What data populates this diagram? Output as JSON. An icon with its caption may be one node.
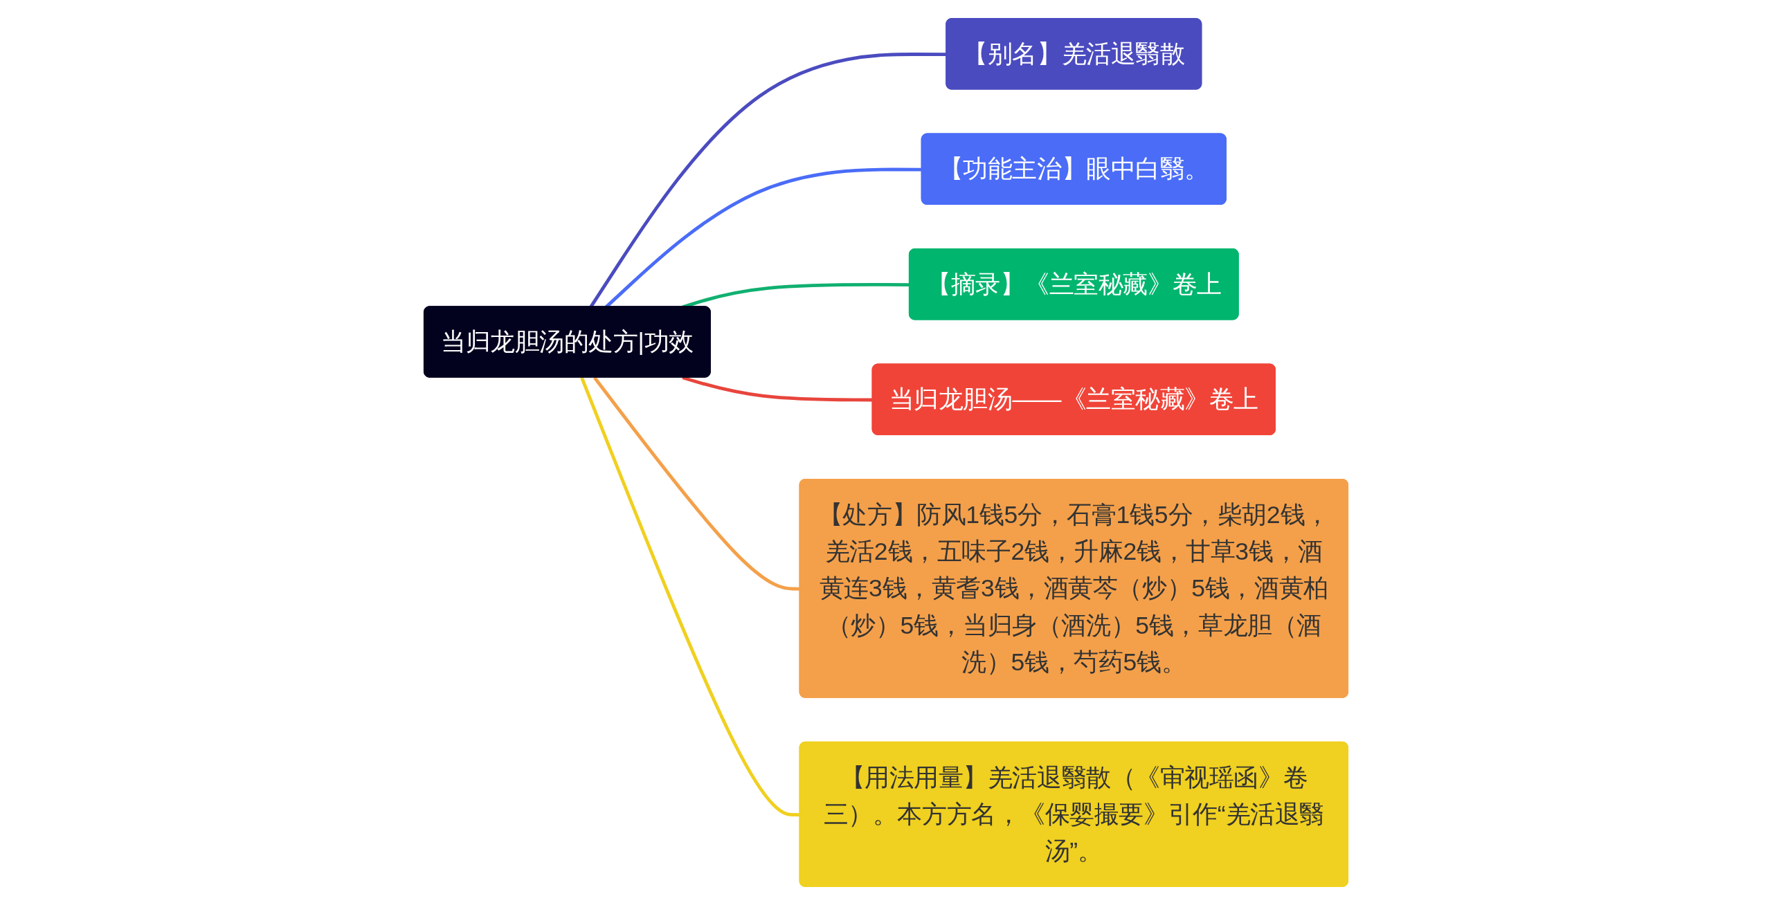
{
  "diagram": {
    "nodes": [
      {
        "text": [
          "当归龙胆汤的处方|功效"
        ]
      },
      {
        "text": [
          "【别名】羌活退翳散"
        ]
      },
      {
        "text": [
          "【功能主治】眼中白翳。"
        ]
      },
      {
        "text": [
          "【摘录】《兰室秘藏》卷上"
        ]
      },
      {
        "text": [
          "当归龙胆汤——《兰室秘藏》卷上"
        ]
      },
      {
        "text": [
          "【处方】防风1钱5分，石膏1钱5分，柴胡2钱，羌活2钱，五味子2钱，升麻2钱，甘草3钱，酒黄连3钱，黄耆3钱，酒黄芩（炒）5钱，酒黄柏（炒）5钱，当归身（酒洗）5钱，草龙胆（酒洗）5钱，芍药5钱。"
        ]
      },
      {
        "text": [
          "【用法用量】羌活退翳散（《审视瑶函》卷三）。本方方名，《保婴撮要》引作“羌活退翳汤”。"
        ]
      }
    ],
    "edges": [
      {
        "from": 0,
        "to": 1,
        "arrow": "none",
        "color": "#4b4bc0"
      },
      {
        "from": 0,
        "to": 2,
        "arrow": "none",
        "color": "#4a6cf7"
      },
      {
        "from": 0,
        "to": 3,
        "arrow": "none",
        "color": "#10b070"
      },
      {
        "from": 0,
        "to": 4,
        "arrow": "none",
        "color": "#e8453c"
      },
      {
        "from": 0,
        "to": 5,
        "arrow": "none",
        "color": "#f4a04a"
      },
      {
        "from": 0,
        "to": 6,
        "arrow": "none",
        "color": "#f0d020"
      }
    ]
  }
}
